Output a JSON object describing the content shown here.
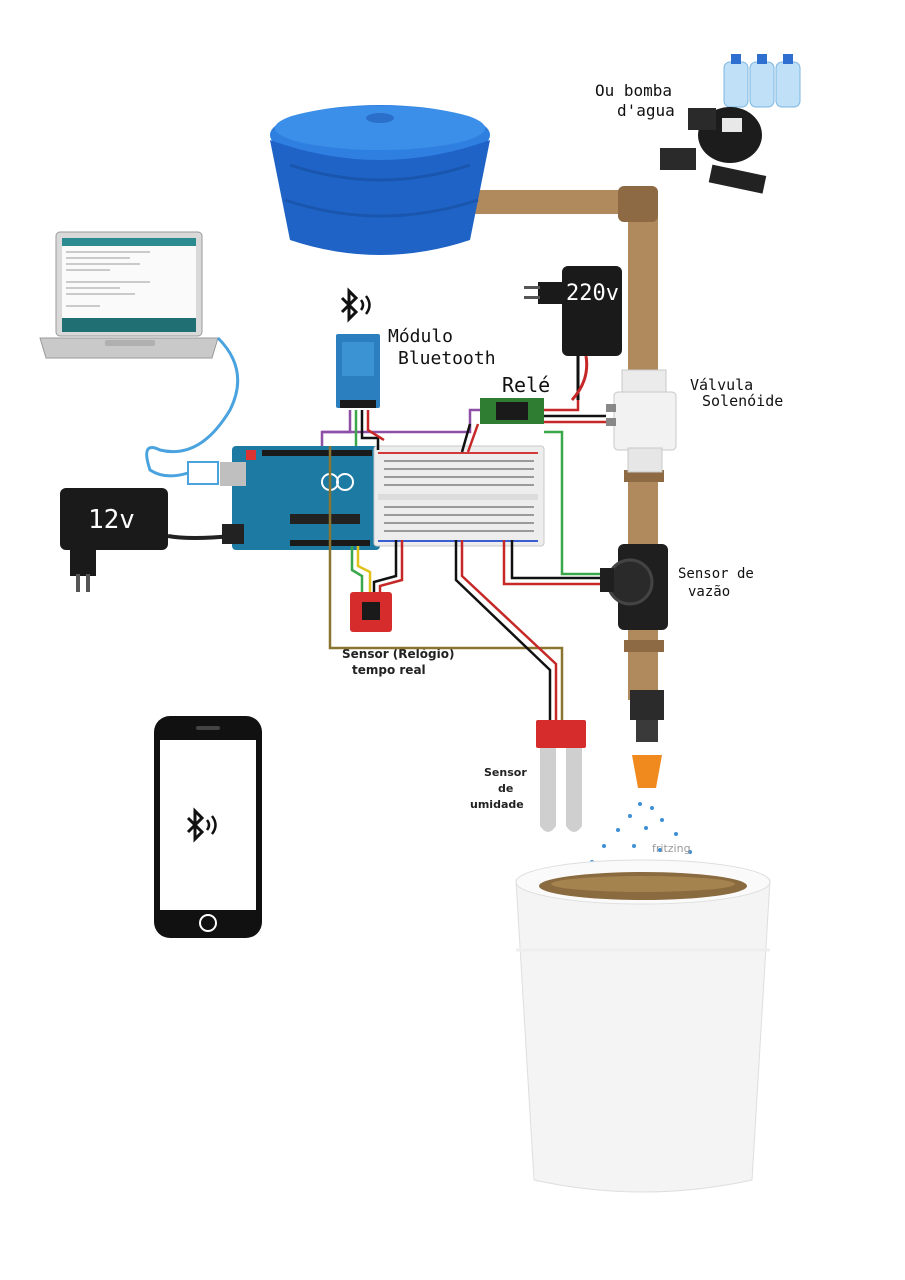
{
  "labels": {
    "pump": "Ou bomba d'agua",
    "bluetooth_module": "Módulo Bluetooth",
    "relay": "Relé",
    "solenoid_valve": "Válvula Solenóide",
    "flow_sensor": "Sensor de vazão",
    "rtc_sensor_line1": "Sensor (Relógio)",
    "rtc_sensor_line2": "tempo real",
    "humidity_sensor_line1": "Sensor",
    "humidity_sensor_line2": "de",
    "humidity_sensor_line3": "umidade",
    "adapter_220": "220v",
    "adapter_12": "12v",
    "fritzing": "fritzing"
  },
  "colors": {
    "tank_blue": "#1f63c7",
    "pipe": "#b08a5c",
    "arduino": "#1d7aa3",
    "sensor_red": "#d62c2c",
    "relay_green": "#2e7d32",
    "wire_red": "#c62828",
    "wire_black": "#111111",
    "wire_purple": "#8e4fa6",
    "wire_green": "#3aa84a",
    "wire_ochre": "#8a7530",
    "cable_blue": "#4aa3df",
    "water_drop": "#3d8fd6"
  },
  "icons": [
    "bluetooth-icon",
    "laptop-icon",
    "phone-icon",
    "water-bottles-icon"
  ]
}
